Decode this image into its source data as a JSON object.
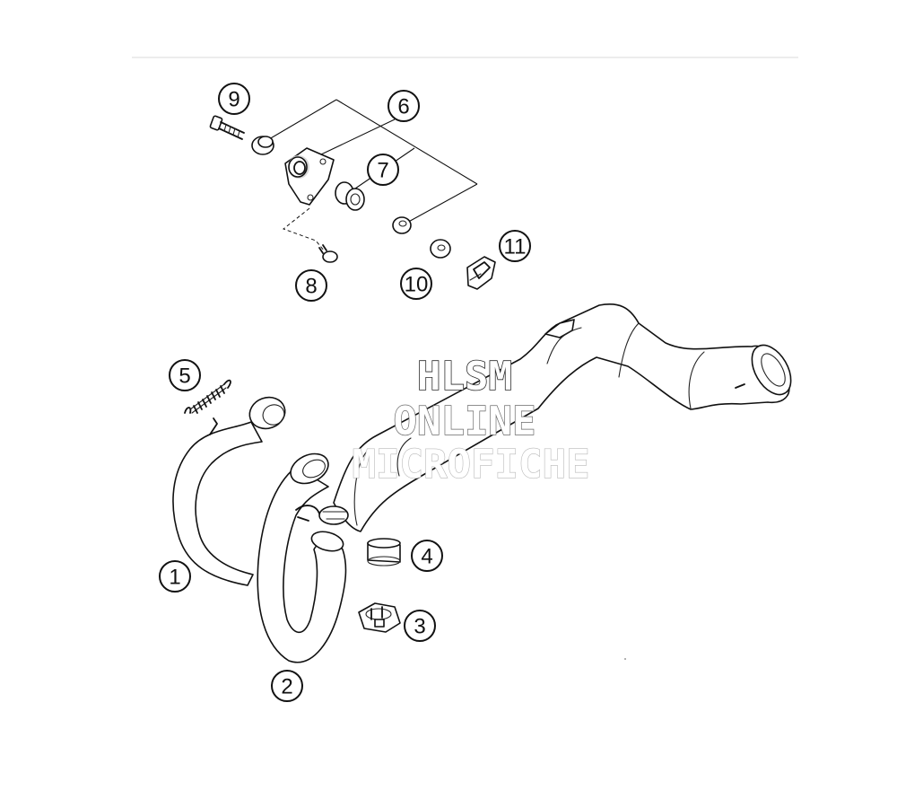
{
  "watermark": {
    "line1": "HLSM",
    "line2": "ONLINE",
    "line3": "MICROFICHE"
  },
  "callouts": [
    {
      "id": "1",
      "label": "1"
    },
    {
      "id": "2",
      "label": "2"
    },
    {
      "id": "3",
      "label": "3"
    },
    {
      "id": "4",
      "label": "4"
    },
    {
      "id": "5",
      "label": "5"
    },
    {
      "id": "6",
      "label": "6"
    },
    {
      "id": "7",
      "label": "7"
    },
    {
      "id": "8",
      "label": "8"
    },
    {
      "id": "9",
      "label": "9"
    },
    {
      "id": "10",
      "label": "10"
    },
    {
      "id": "11",
      "label": "11"
    }
  ],
  "colors": {
    "line": "#111111",
    "background": "#ffffff",
    "separator": "#e6e6e6"
  }
}
